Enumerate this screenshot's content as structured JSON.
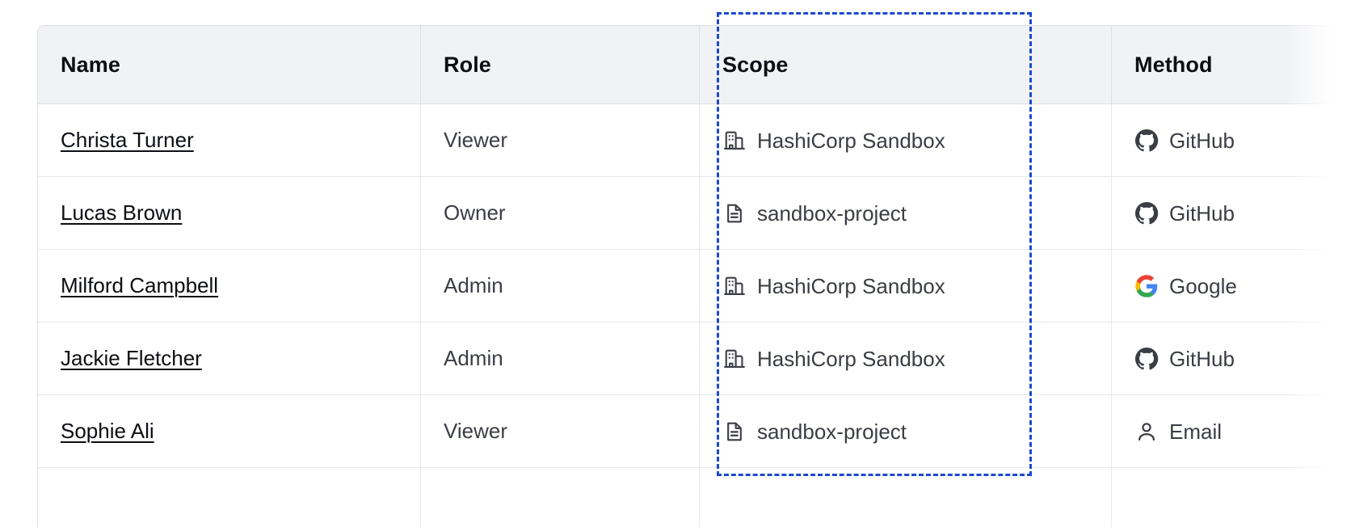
{
  "table": {
    "columns": [
      {
        "key": "name",
        "label": "Name"
      },
      {
        "key": "role",
        "label": "Role"
      },
      {
        "key": "scope",
        "label": "Scope"
      },
      {
        "key": "method",
        "label": "Method"
      }
    ],
    "rows": [
      {
        "name": "Christa Turner",
        "role": "Viewer",
        "scope": "HashiCorp Sandbox",
        "scope_icon": "building-icon",
        "method": "GitHub",
        "method_icon": "github-icon"
      },
      {
        "name": "Lucas Brown",
        "role": "Owner",
        "scope": "sandbox-project",
        "scope_icon": "document-icon",
        "method": "GitHub",
        "method_icon": "github-icon"
      },
      {
        "name": "Milford Campbell",
        "role": "Admin",
        "scope": "HashiCorp Sandbox",
        "scope_icon": "building-icon",
        "method": "Google",
        "method_icon": "google-icon"
      },
      {
        "name": "Jackie Fletcher",
        "role": "Admin",
        "scope": "HashiCorp Sandbox",
        "scope_icon": "building-icon",
        "method": "GitHub",
        "method_icon": "github-icon"
      },
      {
        "name": "Sophie Ali",
        "role": "Viewer",
        "scope": "sandbox-project",
        "scope_icon": "document-icon",
        "method": "Email",
        "method_icon": "person-icon"
      },
      {
        "name": "",
        "role": "",
        "scope": "",
        "scope_icon": "none",
        "method": "",
        "method_icon": "none"
      }
    ]
  },
  "highlight": {
    "target_column": "Scope",
    "color": "#1b4ad0",
    "style": "dashed"
  },
  "colors": {
    "header_bg": "#f1f2f4",
    "border": "#dedfe3",
    "row_border": "#e7e8ea",
    "text_primary": "#0c0e13",
    "text_secondary": "#3b3d45",
    "icon": "#3b3d45",
    "google_blue": "#4285F4",
    "google_red": "#EA4335",
    "google_yellow": "#FBBC05",
    "google_green": "#34A853"
  }
}
